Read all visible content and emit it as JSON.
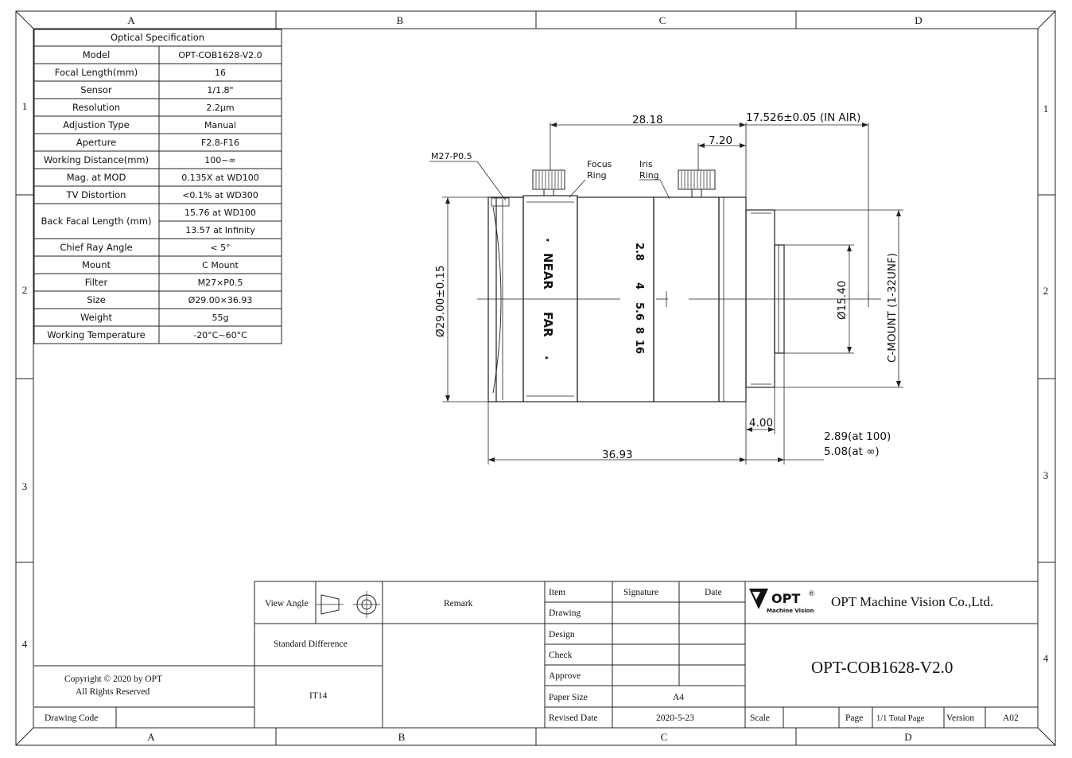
{
  "border": {
    "columns": [
      "A",
      "B",
      "C",
      "D"
    ],
    "rows": [
      "1",
      "2",
      "3",
      "4"
    ]
  },
  "spec_table": {
    "title": "Optical Specification",
    "rows": [
      {
        "label": "Model",
        "value": "OPT-COB1628-V2.0"
      },
      {
        "label": "Focal Length(mm)",
        "value": "16"
      },
      {
        "label": "Sensor",
        "value": "1/1.8\""
      },
      {
        "label": "Resolution",
        "value": "2.2μm"
      },
      {
        "label": "Adjustion Type",
        "value": "Manual"
      },
      {
        "label": "Aperture",
        "value": "F2.8-F16"
      },
      {
        "label": "Working Distance(mm)",
        "value": "100~∞"
      },
      {
        "label": "Mag. at MOD",
        "value": "0.135X at WD100"
      },
      {
        "label": "TV Distortion",
        "value": "<0.1% at WD300"
      },
      {
        "label": "Back Facal Length (mm)",
        "value": "15.76 at WD100",
        "value2": "13.57 at Infinity"
      },
      {
        "label": "Chief Ray Angle",
        "value": "< 5°"
      },
      {
        "label": "Mount",
        "value": "C Mount"
      },
      {
        "label": "Filter",
        "value": "M27×P0.5"
      },
      {
        "label": "Size",
        "value": "Ø29.00×36.93"
      },
      {
        "label": "Weight",
        "value": "55g"
      },
      {
        "label": "Working Temperature",
        "value": "-20°C~60°C"
      }
    ]
  },
  "drawing": {
    "dim_top_length": "28.18",
    "dim_back_focal": "17.526±0.05  (IN AIR)",
    "dim_iris_offset": "7.20",
    "dim_diameter": "Ø29.00±0.15",
    "dim_mount_dia": "Ø15.40",
    "dim_mount_label": "C-MOUNT  (1-32UNF)",
    "dim_total_length": "36.93",
    "dim_flange": "4.00",
    "dim_extension_1": "2.89(at 100)",
    "dim_extension_2": "5.08(at ∞)",
    "label_thread": "M27-P0.5",
    "label_focus_ring_1": "Focus",
    "label_focus_ring_2": "Ring",
    "label_iris_ring_1": "Iris",
    "label_iris_ring_2": "Ring",
    "focus_near": "NEAR",
    "focus_far": "FAR",
    "aperture_marks": [
      "2.8",
      "4",
      "5.6",
      "8",
      "16"
    ]
  },
  "title_block": {
    "view_angle": "View Angle",
    "remark": "Remark",
    "standard_difference": "Standard Difference",
    "tolerance": "IT14",
    "copyright_1": "Copyright © 2020 by OPT",
    "copyright_2": "All Rights Reserved",
    "drawing_code": "Drawing Code",
    "headers": {
      "item": "Item",
      "signature": "Signature",
      "date": "Date"
    },
    "rows": [
      "Drawing",
      "Design",
      "Check",
      "Approve"
    ],
    "paper_size_label": "Paper Size",
    "paper_size": "A4",
    "revised_date_label": "Revised Date",
    "revised_date": "2020-5-23",
    "logo_text": "OPT",
    "logo_sub": "Machine Vision",
    "company": "OPT Machine Vision Co.,Ltd.",
    "part_number": "OPT-COB1628-V2.0",
    "scale_label": "Scale",
    "page_label": "Page",
    "page_value": "1/1 Total Page",
    "version_label": "Version",
    "version": "A02"
  }
}
